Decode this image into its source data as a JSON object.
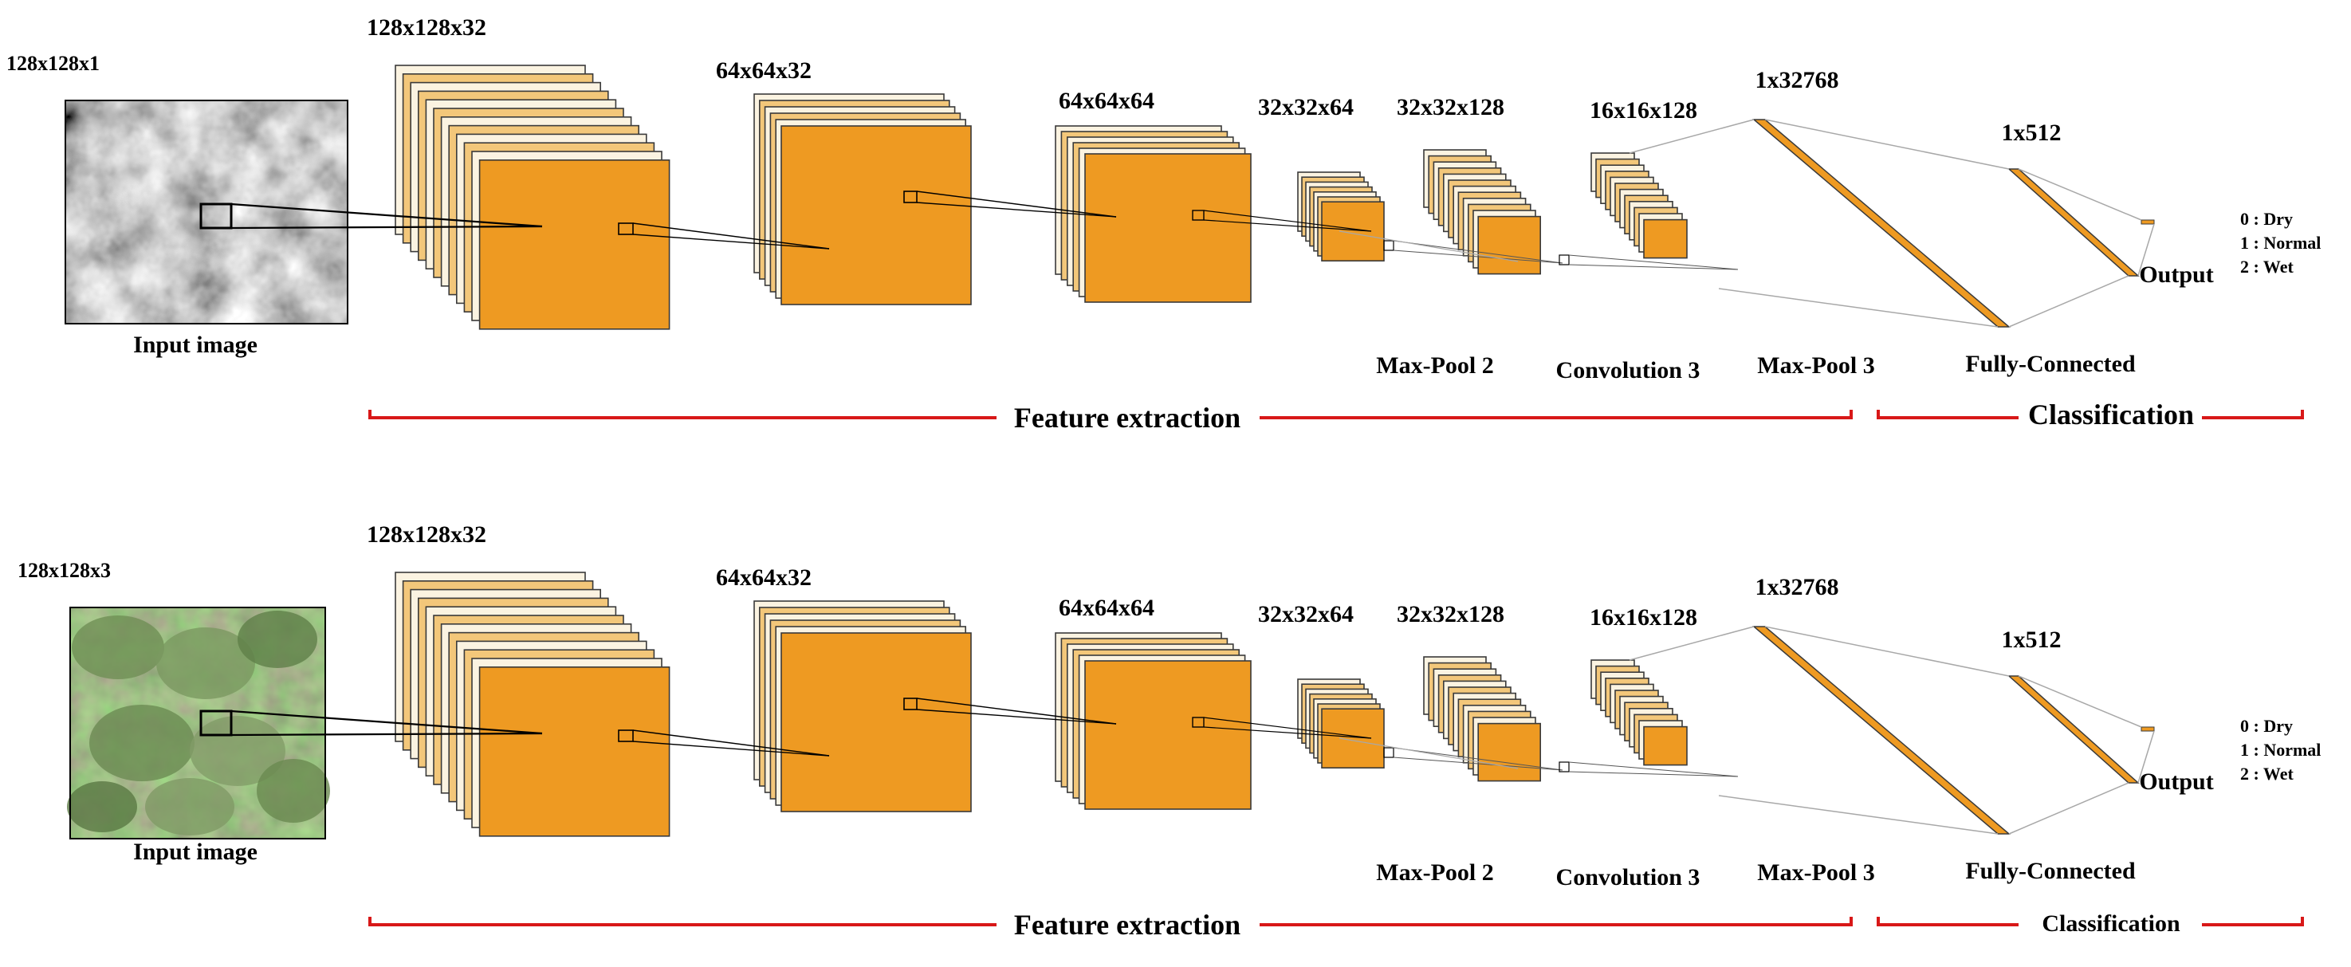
{
  "colors": {
    "block_fill": "#EE9A22",
    "back_fill": "#FBF3E1",
    "outline": "#3A3A3A",
    "bracket": "#D81818",
    "connector": "#A8A8A8"
  },
  "panels": [
    {
      "id": "grayscale",
      "input_size": "128x128x1",
      "input_caption": "Input image",
      "input_style": "grayscale-thermal",
      "conv1_size": "128x128x32",
      "pool1_size": "64x64x32",
      "conv2_size": "64x64x64",
      "pool2_size": "32x32x64",
      "conv3_size": "32x32x128",
      "pool3_size": "16x16x128",
      "flatten_size": "1x32768",
      "fc_size": "1x512",
      "stage_maxpool2": "Max-Pool 2",
      "stage_conv3": "Convolution 3",
      "stage_maxpool3": "Max-Pool 3",
      "stage_fc": "Fully-Connected",
      "output_label": "Output",
      "classes": [
        "0 : Dry",
        "1 : Normal",
        "2 : Wet"
      ],
      "feature_bracket": "Feature extraction",
      "class_bracket": "Classification"
    },
    {
      "id": "rgb",
      "input_size": "128x128x3",
      "input_caption": "Input image",
      "input_style": "rgb-leaves",
      "conv1_size": "128x128x32",
      "pool1_size": "64x64x32",
      "conv2_size": "64x64x64",
      "pool2_size": "32x32x64",
      "conv3_size": "32x32x128",
      "pool3_size": "16x16x128",
      "flatten_size": "1x32768",
      "fc_size": "1x512",
      "stage_maxpool2": "Max-Pool 2",
      "stage_conv3": "Convolution 3",
      "stage_maxpool3": "Max-Pool 3",
      "stage_fc": "Fully-Connected",
      "output_label": "Output",
      "classes": [
        "0 : Dry",
        "1 : Normal",
        "2 : Wet"
      ],
      "feature_bracket": "Feature extraction",
      "class_bracket": "Classification"
    }
  ]
}
